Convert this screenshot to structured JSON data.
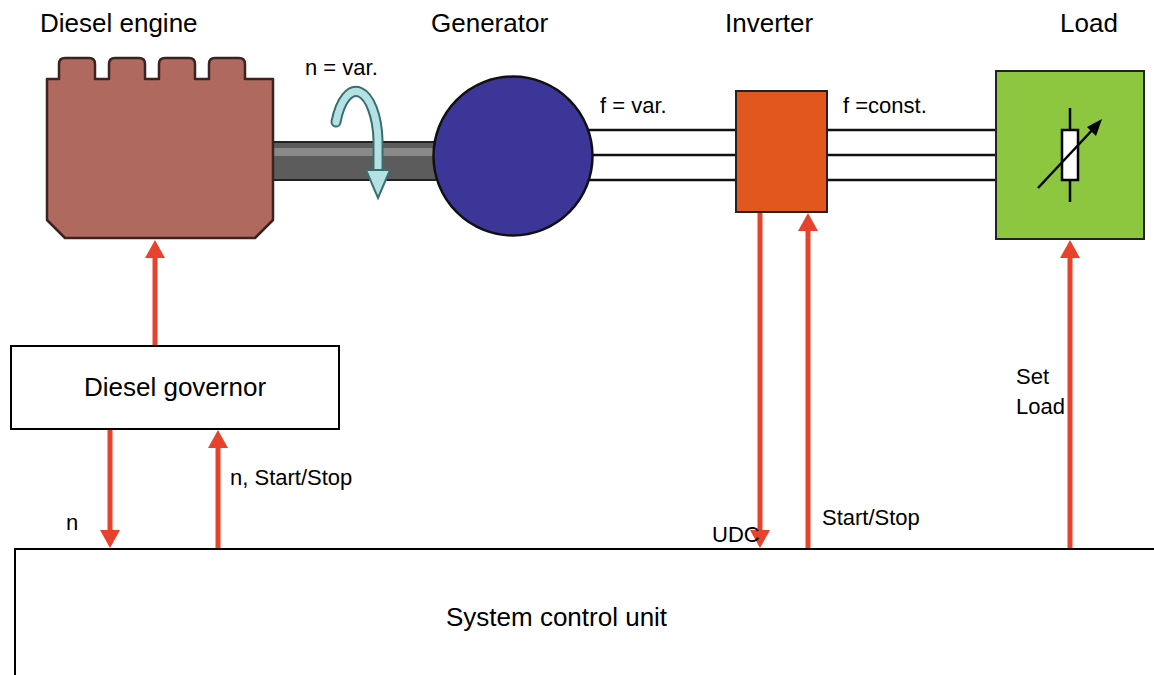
{
  "diagram": {
    "nodes": [
      {
        "text": [
          "Diesel engine"
        ]
      },
      {
        "text": [
          "Generator"
        ]
      },
      {
        "text": [
          "Inverter"
        ]
      },
      {
        "text": [
          "Load"
        ]
      },
      {
        "text": [
          "Diesel governor"
        ]
      },
      {
        "text": [
          "System control unit"
        ]
      }
    ],
    "edges": [
      {
        "from": 0,
        "to": 1,
        "arrow": "none",
        "label": "n = var."
      },
      {
        "from": 1,
        "to": 2,
        "arrow": "none",
        "label": "f = var."
      },
      {
        "from": 2,
        "to": 3,
        "arrow": "none",
        "label": "f =const."
      },
      {
        "from": 4,
        "to": 0,
        "arrow": "to"
      },
      {
        "from": 4,
        "to": 5,
        "arrow": "to",
        "label": "n"
      },
      {
        "from": 5,
        "to": 4,
        "arrow": "to",
        "label": "n, Start/Stop"
      },
      {
        "from": 2,
        "to": 5,
        "arrow": "to",
        "label": "UDC"
      },
      {
        "from": 5,
        "to": 2,
        "arrow": "to",
        "label": "Start/Stop"
      },
      {
        "from": 5,
        "to": 3,
        "arrow": "to",
        "label": "Set Load"
      }
    ]
  }
}
